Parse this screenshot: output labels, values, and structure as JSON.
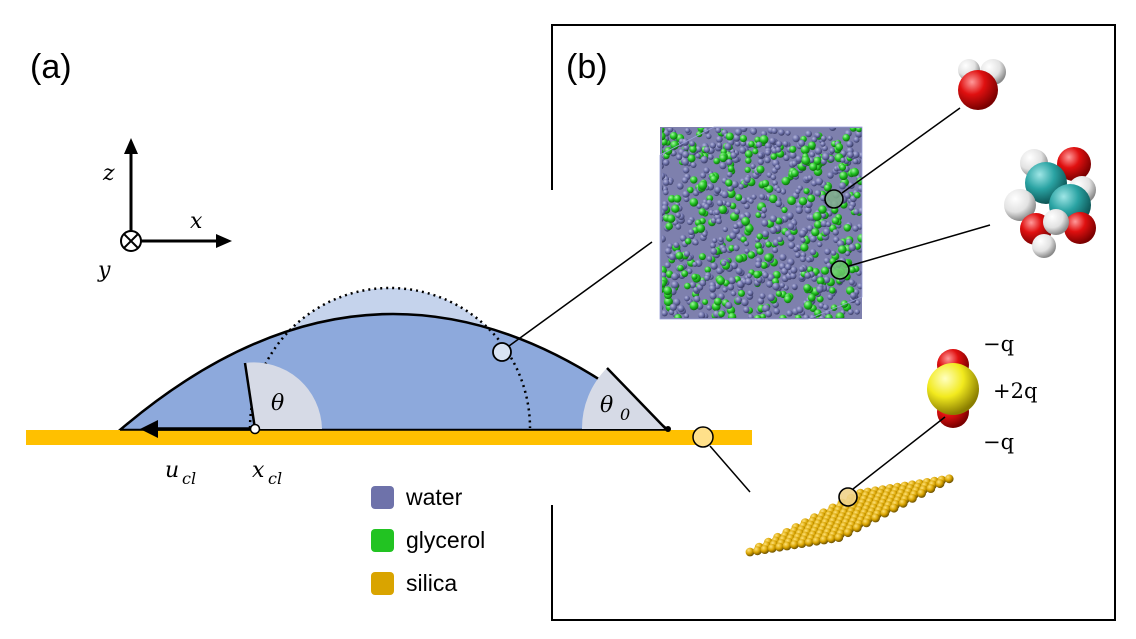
{
  "panel_a": {
    "label": "(a)",
    "axes": {
      "z": "z",
      "x": "x",
      "y": "y"
    },
    "theta": "θ",
    "theta0": "θ",
    "theta0_sub": "0",
    "ucl": "u",
    "ucl_sub": "cl",
    "xcl": "x",
    "xcl_sub": "cl"
  },
  "panel_b": {
    "label": "(b)",
    "charges": [
      "−q",
      "+2q",
      "−q"
    ]
  },
  "legend": [
    {
      "label": "water",
      "color": "#6e72aa"
    },
    {
      "label": "glycerol",
      "color": "#22c322"
    },
    {
      "label": "silica",
      "color": "#d9a400"
    }
  ],
  "colors": {
    "substrate": "#ffc000",
    "droplet": "#8da9dc",
    "reference_cap": "#c5d3ec",
    "water": "#6e72aa",
    "glycerol": "#22c322",
    "silica": "#d9a400",
    "oxygen": "#e00000",
    "hydrogen": "#f0f0f0",
    "carbon": "#2aa3a3",
    "silicon": "#f2ea1e"
  }
}
